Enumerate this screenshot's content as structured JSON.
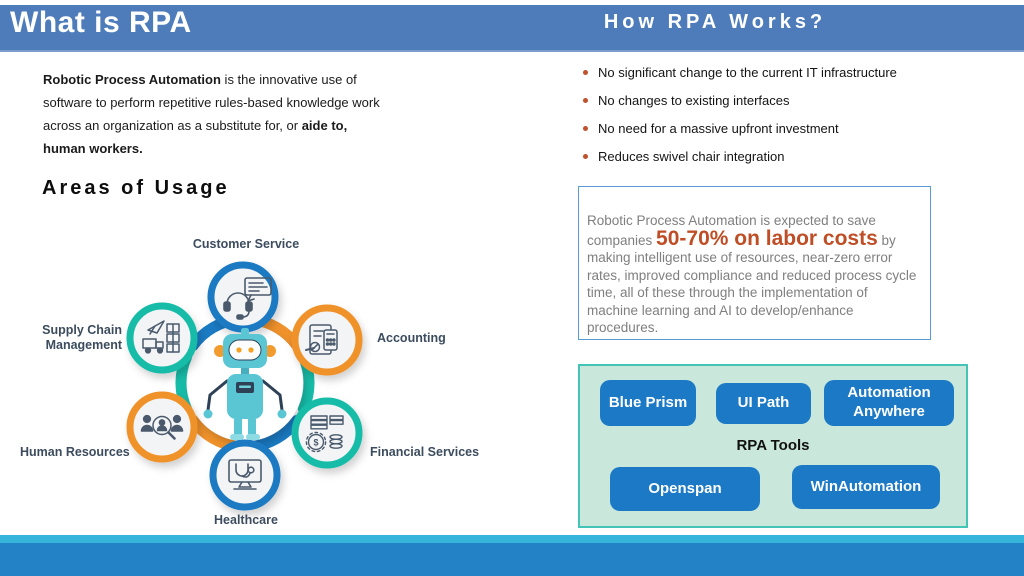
{
  "header": {
    "left_title": "What is RPA",
    "right_title": "How RPA Works?"
  },
  "intro": {
    "lead": "Robotic Process Automation",
    "mid": " is the innovative use of software to perform repetitive rules-based knowledge work across an organization as a substitute for, or ",
    "tail": "aide to, human workers."
  },
  "areas": {
    "heading": "Areas of Usage",
    "items": [
      {
        "label": "Customer Service",
        "ring_color": "#1a7ac2",
        "icon": "headset-icon"
      },
      {
        "label": "Supply Chain Management",
        "ring_color": "#16bca8",
        "icon": "logistics-icon"
      },
      {
        "label": "Accounting",
        "ring_color": "#f0922b",
        "icon": "invoice-calculator-icon"
      },
      {
        "label": "Human Resources",
        "ring_color": "#f0922b",
        "icon": "people-search-icon"
      },
      {
        "label": "Financial Services",
        "ring_color": "#16bca8",
        "icon": "money-gear-icon"
      },
      {
        "label": "Healthcare",
        "ring_color": "#1a7ac2",
        "icon": "monitor-stethoscope-icon"
      }
    ],
    "center_icon": "robot-icon"
  },
  "how": {
    "bullets": [
      "No significant change to the current IT infrastructure",
      "No changes to existing interfaces",
      "No need for a massive upfront investment",
      "Reduces swivel chair integration"
    ],
    "bullet_color": "#c0512e"
  },
  "savings": {
    "before": "Robotic Process Automation is expected to save companies ",
    "highlight": "50-70%  on labor costs",
    "after": " by making intelligent use of resources, near-zero error rates, improved compliance and reduced process cycle time, all of these through the implementation of machine learning and AI to develop/enhance procedures.",
    "highlight_color": "#bf4e26",
    "border_color": "#5b9bd5"
  },
  "tools": {
    "label": "RPA Tools",
    "buttons": [
      "Blue Prism",
      "UI Path",
      "Automation Anywhere",
      "Openspan",
      "WinAutomation"
    ],
    "button_color": "#1b79c6",
    "box_background": "#c9e8db",
    "box_border": "#44c3b7"
  },
  "icons": {
    "dollar": "$"
  },
  "colors": {
    "header_blue": "#4e7cba",
    "bottom_cyan": "#35b5da",
    "bottom_blue": "#2381c5",
    "ring_blue": "#1a7ac2",
    "ring_orange": "#f0922b",
    "ring_teal": "#16bca8",
    "label_navy": "#3c4c5e"
  }
}
